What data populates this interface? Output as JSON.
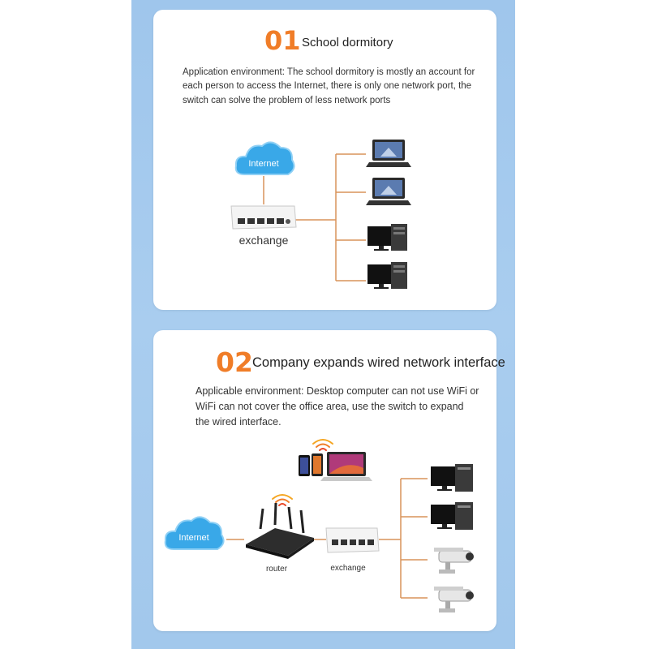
{
  "section1": {
    "number": "01",
    "title": "School dormitory",
    "description": "Application environment: The school dormitory is mostly an account for each person to access the Internet, there is only one network port, the switch can solve the problem of less network ports",
    "cloud_label": "Internet",
    "switch_label": "exchange",
    "devices": [
      "laptop-icon",
      "laptop-icon",
      "desktop-pc-icon",
      "desktop-pc-icon"
    ]
  },
  "section2": {
    "number": "02",
    "title": "Company expands wired network interface",
    "description": "Applicable environment: Desktop computer can not use WiFi or WiFi can not cover the office area, use the switch to expand the wired interface.",
    "cloud_label": "Internet",
    "router_label": "router",
    "switch_label": "exchange",
    "wireless_devices": [
      "wifi-icon",
      "phone-icon",
      "phone-icon",
      "laptop-icon"
    ],
    "devices": [
      "desktop-pc-icon",
      "desktop-pc-icon",
      "security-camera-icon",
      "security-camera-icon"
    ]
  },
  "colors": {
    "accent": "#f07d28",
    "connector": "#d9935a",
    "background": "#a6cbee",
    "cloud": "#39a8e8"
  }
}
